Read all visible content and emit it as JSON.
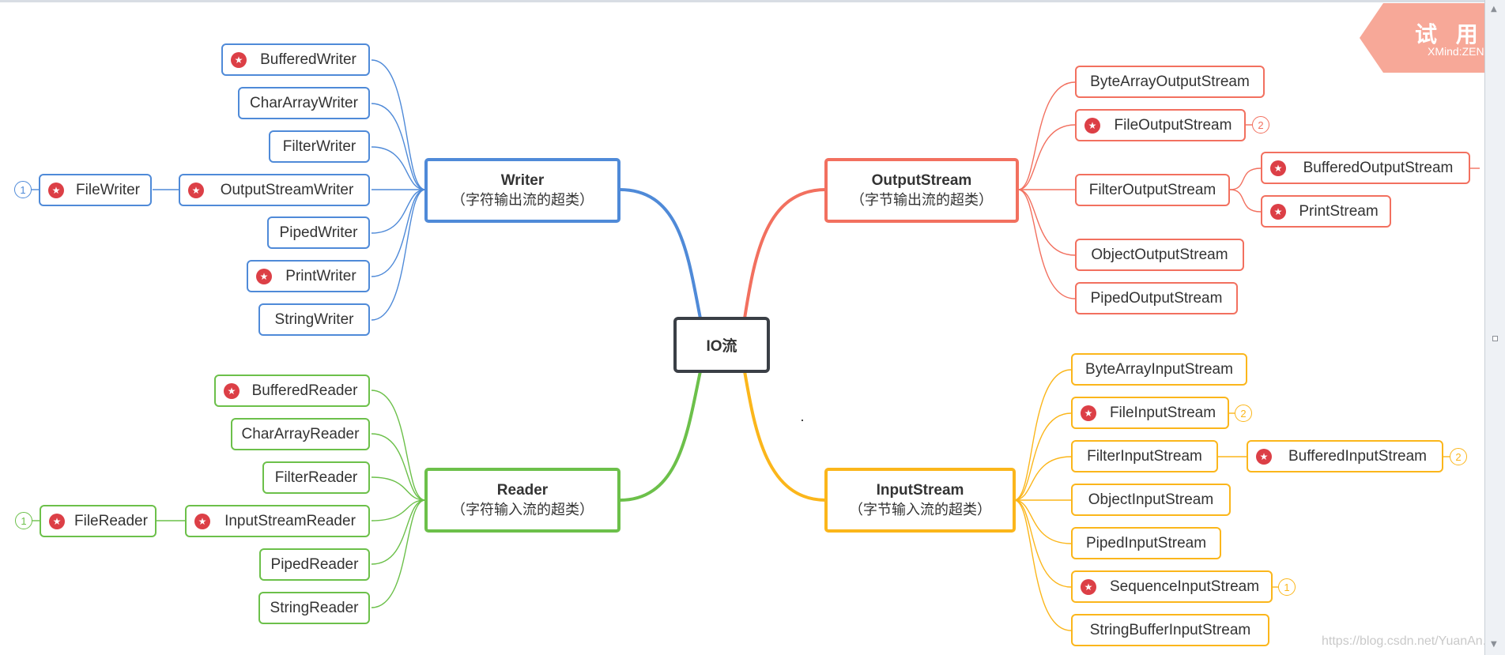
{
  "root": {
    "label": "IO流"
  },
  "colors": {
    "writer": "#4f8ad8",
    "reader": "#6cc04a",
    "output": "#f2705f",
    "input": "#fbb61b",
    "root": "#3a3f46",
    "star": "#dc3f46",
    "watermark": "#f7a898"
  },
  "writer": {
    "title": "Writer",
    "subtitle": "（字符输出流的超类）",
    "children": [
      "BufferedWriter",
      "CharArrayWriter",
      "FilterWriter",
      "OutputStreamWriter",
      "PipedWriter",
      "PrintWriter",
      "StringWriter"
    ],
    "starred": [
      "BufferedWriter",
      "OutputStreamWriter",
      "PrintWriter"
    ],
    "sub": {
      "label": "FileWriter",
      "badge": "1"
    }
  },
  "reader": {
    "title": "Reader",
    "subtitle": "（字符输入流的超类）",
    "children": [
      "BufferedReader",
      "CharArrayReader",
      "FilterReader",
      "InputStreamReader",
      "PipedReader",
      "StringReader"
    ],
    "starred": [
      "BufferedReader",
      "InputStreamReader"
    ],
    "sub": {
      "label": "FileReader",
      "badge": "1"
    }
  },
  "output": {
    "title": "OutputStream",
    "subtitle": "（字节输出流的超类）",
    "children": [
      "ByteArrayOutputStream",
      "FileOutputStream",
      "FilterOutputStream",
      "ObjectOutputStream",
      "PipedOutputStream"
    ],
    "starred": [
      "FileOutputStream"
    ],
    "badges": {
      "FileOutputStream": "2"
    },
    "sub": [
      "BufferedOutputStream",
      "PrintStream"
    ]
  },
  "input": {
    "title": "InputStream",
    "subtitle": "（字节输入流的超类）",
    "children": [
      "ByteArrayInputStream",
      "FileInputStream",
      "FilterInputStream",
      "ObjectInputStream",
      "PipedInputStream",
      "SequenceInputStream",
      "StringBufferInputStream"
    ],
    "starred": [
      "FileInputStream",
      "SequenceInputStream"
    ],
    "badges": {
      "FileInputStream": "2",
      "SequenceInputStream": "1"
    },
    "sub": {
      "label": "BufferedInputStream",
      "badge": "2"
    }
  },
  "watermark": {
    "text": "试 用",
    "sub": "XMind:ZEN"
  },
  "footer": "https://blog.csdn.net/YuanAn..."
}
